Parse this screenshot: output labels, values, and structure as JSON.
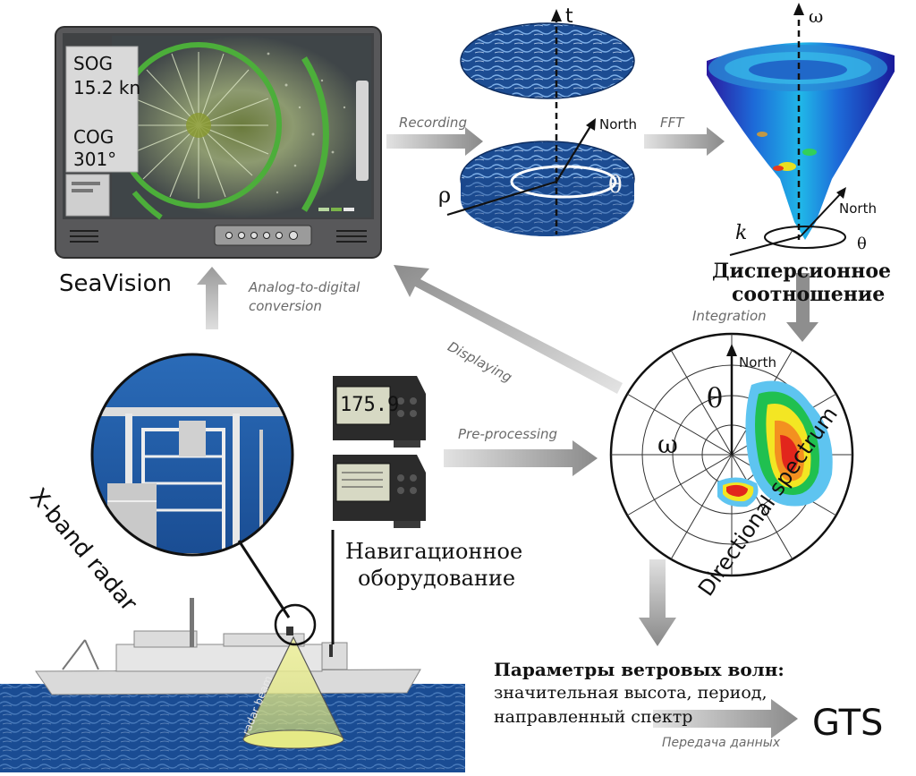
{
  "monitor": {
    "sog_label": "SOG",
    "sog_value": "15.2 kn",
    "cog_label": "COG",
    "cog_value": "301°",
    "app_name": "SeaVision"
  },
  "stack": {
    "t_axis": "t",
    "rho": "ρ",
    "theta": "θ",
    "north": "North"
  },
  "cone": {
    "omega_axis": "ω",
    "k": "k",
    "theta": "θ",
    "north": "North",
    "caption_line1": "Дисперсионное",
    "caption_line2": "соотношение"
  },
  "polar": {
    "north": "North",
    "theta": "θ",
    "omega": "ω",
    "caption": "Directional spectrum"
  },
  "arrows": {
    "recording": "Recording",
    "fft": "FFT",
    "adc_line1": "Analog-to-digital",
    "adc_line2": "conversion",
    "displaying": "Displaying",
    "integration": "Integration",
    "preprocessing": "Pre-processing",
    "transfer": "Передача данных"
  },
  "radar": {
    "caption": "X-band radar",
    "beam": "radar beam"
  },
  "nav": {
    "display_value": "175.9",
    "caption_line1": "Навигационное",
    "caption_line2": "оборудование"
  },
  "params": {
    "title": "Параметры ветровых волн:",
    "line1": "значительная высота, период,",
    "line2": "направленный спектр"
  },
  "gts": "GTS",
  "colors": {
    "radar_green": "#4cae3a",
    "ocean": "#1e4f97",
    "spectrum_red": "#e2261c",
    "arrow_gray": "#9a9a9a"
  }
}
